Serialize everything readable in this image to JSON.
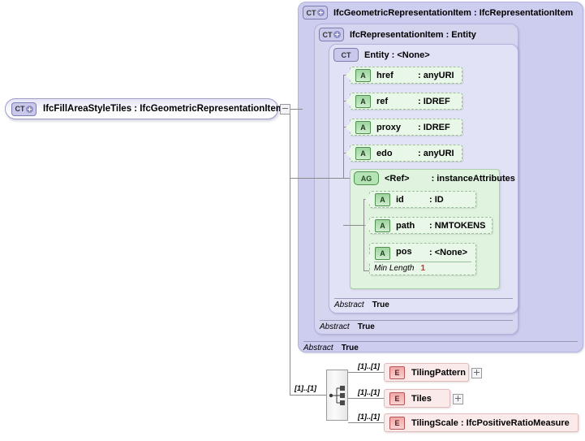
{
  "root": {
    "badge": "CT",
    "badge_icon": "complextype-plus-icon",
    "label": "IfcFillAreaStyleTiles : IfcGeometricRepresentationItem",
    "expander": "minus-expander-icon"
  },
  "containers": [
    {
      "badge": "CT",
      "badge_icon": "complextype-plus-icon",
      "label": "IfcGeometricRepresentationItem : IfcRepresentationItem",
      "abstract_key": "Abstract",
      "abstract_value": "True"
    },
    {
      "badge": "CT",
      "badge_icon": "complextype-plus-icon",
      "label": "IfcRepresentationItem : Entity",
      "abstract_key": "Abstract",
      "abstract_value": "True"
    },
    {
      "badge": "CT",
      "badge_icon": "complextype-icon",
      "label": "Entity      : <None>",
      "abstract_key": "Abstract",
      "abstract_value": "True"
    }
  ],
  "attributes": [
    {
      "badge": "A",
      "badge_icon": "attribute-icon",
      "name": "href",
      "type": ": anyURI"
    },
    {
      "badge": "A",
      "badge_icon": "attribute-icon",
      "name": "ref",
      "type": ": IDREF"
    },
    {
      "badge": "A",
      "badge_icon": "attribute-icon",
      "name": "proxy",
      "type": ": IDREF"
    },
    {
      "badge": "A",
      "badge_icon": "attribute-icon",
      "name": "edo",
      "type": ": anyURI"
    }
  ],
  "attribute_group": {
    "badge": "AG",
    "badge_icon": "attribute-group-icon",
    "name": "<Ref>",
    "type": ": instanceAttributes",
    "members": [
      {
        "badge": "A",
        "badge_icon": "attribute-icon",
        "name": "id",
        "type": ": ID"
      },
      {
        "badge": "A",
        "badge_icon": "attribute-icon",
        "name": "path",
        "type": ": NMTOKENS"
      },
      {
        "badge": "A",
        "badge_icon": "attribute-icon",
        "name": "pos",
        "type": ": <None>",
        "facet_key": "Min Length",
        "facet_value": "1"
      }
    ]
  },
  "sequence": {
    "icon": "sequence-compositor-icon",
    "cardinality": "[1]..[1]"
  },
  "elements": [
    {
      "badge": "E",
      "badge_icon": "element-icon",
      "label": "TilingPattern",
      "cardinality": "[1]..[1]",
      "expander": "plus-expander-icon"
    },
    {
      "badge": "E",
      "badge_icon": "element-icon",
      "label": "Tiles",
      "cardinality": "[1]..[1]",
      "expander": "plus-expander-icon"
    },
    {
      "badge": "E",
      "badge_icon": "element-icon",
      "label": "TilingScale : IfcPositiveRatioMeasure",
      "cardinality": "[1]..[1]",
      "expander": null
    }
  ],
  "colors": {
    "complextype_bg": "#cdcdef",
    "attribute_bg": "#e8f7e8",
    "attribute_group_bg": "#dff3df",
    "element_bg": "#fbeaea",
    "facet_accent": "#d03030",
    "connector": "#8a8a8a"
  }
}
